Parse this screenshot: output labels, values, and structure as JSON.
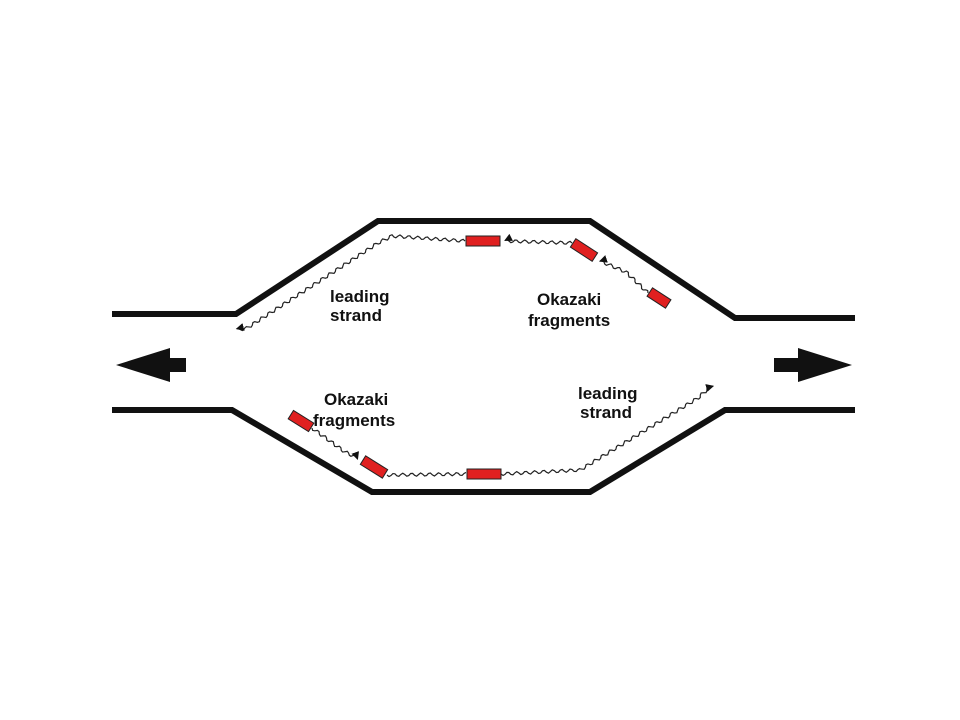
{
  "diagram": {
    "labels": {
      "top_left_line1": "leading",
      "top_left_line2": "strand",
      "top_right_line1": "Okazaki",
      "top_right_line2": "fragments",
      "bottom_left_line1": "Okazaki",
      "bottom_left_line2": "fragments",
      "bottom_right_line1": "leading",
      "bottom_right_line2": "strand"
    },
    "colors": {
      "strand": "#111111",
      "primer": "#e02020",
      "primer_outline": "#222222",
      "new_dna": "#222222",
      "background": "#ffffff"
    },
    "icons": {
      "fork_direction_left": "arrow-left-icon",
      "fork_direction_right": "arrow-right-icon"
    }
  }
}
